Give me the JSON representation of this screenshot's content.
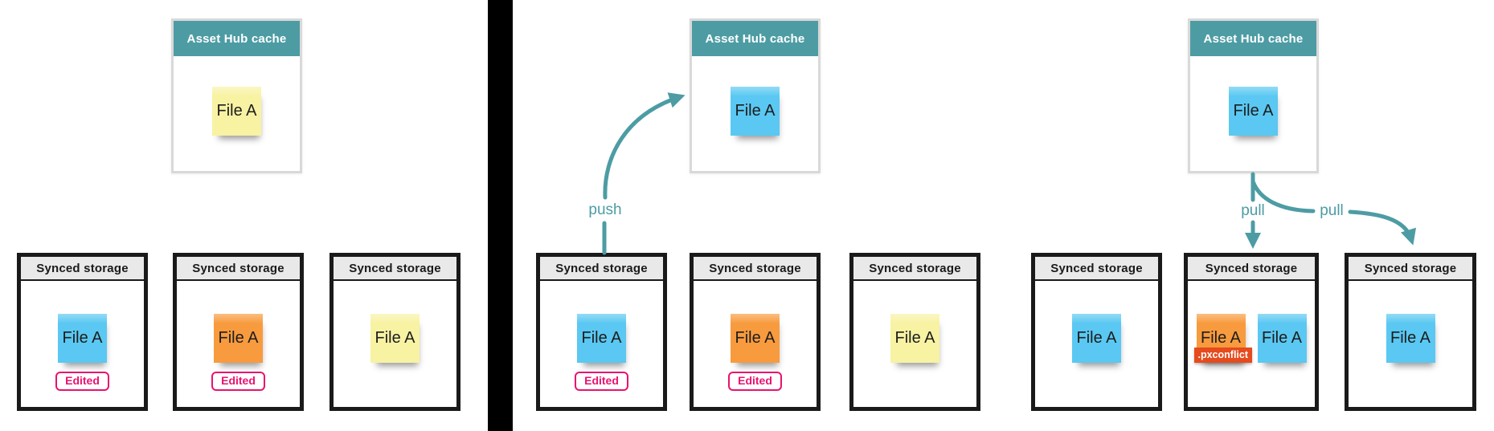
{
  "colors": {
    "teal": "#4d9ca4",
    "note_blue": "#5ac8f2",
    "note_orange": "#f89b3e",
    "note_yellow": "#f8f2a3",
    "badge_pink": "#e9126f",
    "conflict_red": "#e54b1d",
    "storage_header_bg": "#e9e9e9",
    "storage_border": "#1a1a1a",
    "cache_border": "#d9d9d9",
    "divider_black": "#000000",
    "note_text": "#1d1d1d",
    "background": "#ffffff"
  },
  "panels": [
    {
      "cache": {
        "title": "Asset Hub cache",
        "note": {
          "label": "File A",
          "color": "#f8f2a3"
        }
      },
      "storage": [
        {
          "title": "Synced storage",
          "notes": [
            {
              "label": "File A",
              "color": "#5ac8f2"
            }
          ],
          "badge": "Edited"
        },
        {
          "title": "Synced storage",
          "notes": [
            {
              "label": "File A",
              "color": "#f89b3e"
            }
          ],
          "badge": "Edited"
        },
        {
          "title": "Synced storage",
          "notes": [
            {
              "label": "File A",
              "color": "#f8f2a3"
            }
          ]
        }
      ]
    },
    {
      "arrow_label": "push",
      "cache": {
        "title": "Asset Hub cache",
        "note": {
          "label": "File A",
          "color": "#5ac8f2"
        }
      },
      "storage": [
        {
          "title": "Synced storage",
          "notes": [
            {
              "label": "File A",
              "color": "#5ac8f2"
            }
          ],
          "badge": "Edited"
        },
        {
          "title": "Synced storage",
          "notes": [
            {
              "label": "File A",
              "color": "#f89b3e"
            }
          ],
          "badge": "Edited"
        },
        {
          "title": "Synced storage",
          "notes": [
            {
              "label": "File A",
              "color": "#f8f2a3"
            }
          ]
        }
      ]
    },
    {
      "arrow_labels": [
        "pull",
        "pull"
      ],
      "cache": {
        "title": "Asset Hub cache",
        "note": {
          "label": "File A",
          "color": "#5ac8f2"
        }
      },
      "storage": [
        {
          "title": "Synced storage",
          "notes": [
            {
              "label": "File A",
              "color": "#5ac8f2"
            }
          ]
        },
        {
          "title": "Synced storage",
          "notes": [
            {
              "label": "File A",
              "color": "#f89b3e",
              "tag": ".pxconflict"
            },
            {
              "label": "File A",
              "color": "#5ac8f2"
            }
          ]
        },
        {
          "title": "Synced storage",
          "notes": [
            {
              "label": "File A",
              "color": "#5ac8f2"
            }
          ]
        }
      ]
    }
  ]
}
